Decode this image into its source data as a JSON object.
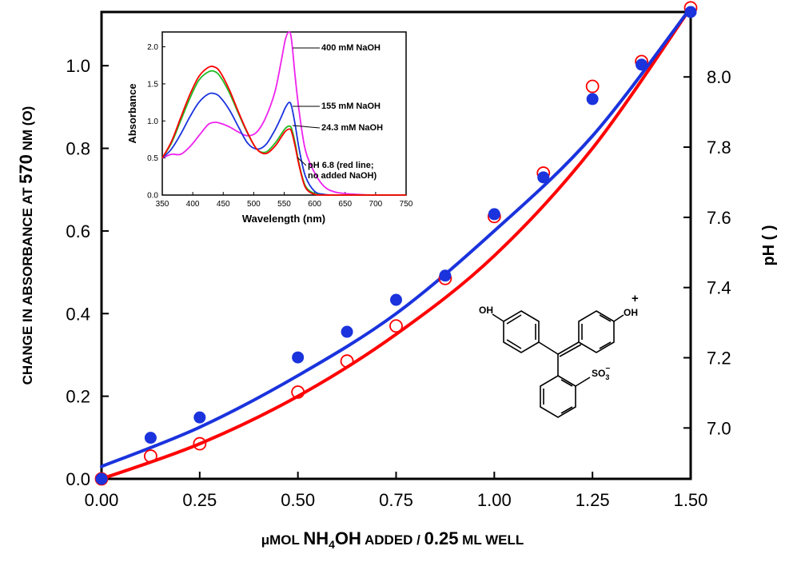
{
  "chart_data": [
    {
      "type": "scatter",
      "role": "main",
      "ylabel_left_parts": {
        "a": "CHANGE IN ABSORBANCE AT ",
        "b": "570",
        "c": " NM (O)"
      },
      "ylabel_right": "pH (  )",
      "xlabel_parts": {
        "a": "μMOL ",
        "b": "NH",
        "sub": "4",
        "c": "OH",
        "d": " ADDED / ",
        "e": "0.25",
        "f": " ML WELL"
      },
      "xlim": [
        0,
        1.5
      ],
      "ylim_left": [
        0,
        1.13
      ],
      "ylim_right": [
        6.855,
        8.185
      ],
      "x_ticks": [
        "0.00",
        "0.25",
        "0.50",
        "0.75",
        "1.00",
        "1.25",
        "1.50"
      ],
      "x_tick_values": [
        0,
        0.25,
        0.5,
        0.75,
        1.0,
        1.25,
        1.5
      ],
      "y_left_ticks": [
        "0.0",
        "0.2",
        "0.4",
        "0.6",
        "0.8",
        "1.0"
      ],
      "y_left_tick_values": [
        0,
        0.2,
        0.4,
        0.6,
        0.8,
        1.0
      ],
      "y_right_ticks": [
        "7.0",
        "7.2",
        "7.4",
        "7.6",
        "7.8",
        "8.0"
      ],
      "y_right_tick_values": [
        7.0,
        7.2,
        7.4,
        7.6,
        7.8,
        8.0
      ],
      "series": [
        {
          "name": "absorbance",
          "marker": "open-circle",
          "color": "#ff0000",
          "axis": "left",
          "x": [
            0,
            0.125,
            0.25,
            0.5,
            0.625,
            0.75,
            0.875,
            1.0,
            1.125,
            1.25,
            1.375,
            1.5
          ],
          "y": [
            0.0,
            0.055,
            0.085,
            0.21,
            0.285,
            0.37,
            0.485,
            0.635,
            0.74,
            0.95,
            1.01,
            1.14
          ]
        },
        {
          "name": "pH",
          "marker": "filled-circle",
          "color": "#1a33dd",
          "axis": "right",
          "x": [
            0,
            0.125,
            0.25,
            0.5,
            0.625,
            0.75,
            0.875,
            1.0,
            1.125,
            1.25,
            1.375,
            1.5
          ],
          "y": [
            6.855,
            6.972,
            7.03,
            7.201,
            7.274,
            7.365,
            7.434,
            7.609,
            7.714,
            7.937,
            8.035,
            8.185
          ]
        }
      ],
      "fit_curves": [
        {
          "color": "#ff0000",
          "axis": "left",
          "x": [
            0,
            0.25,
            0.5,
            0.75,
            1.0,
            1.25,
            1.5
          ],
          "y": [
            0.0,
            0.085,
            0.2,
            0.35,
            0.54,
            0.8,
            1.14
          ]
        },
        {
          "color": "#1a33dd",
          "axis": "left",
          "x": [
            0,
            0.25,
            0.5,
            0.75,
            1.0,
            1.25,
            1.5
          ],
          "y": [
            0.03,
            0.125,
            0.25,
            0.4,
            0.6,
            0.83,
            1.14
          ]
        }
      ]
    },
    {
      "type": "line",
      "role": "inset",
      "xlabel": "Wavelength (nm)",
      "ylabel": "Absorbance",
      "xlim": [
        350,
        750
      ],
      "ylim": [
        0,
        2.2
      ],
      "x_ticks": [
        "350",
        "400",
        "450",
        "500",
        "550",
        "600",
        "650",
        "700",
        "750"
      ],
      "x_tick_values": [
        350,
        400,
        450,
        500,
        550,
        600,
        650,
        700,
        750
      ],
      "y_ticks": [
        "0.0",
        "0.5",
        "1.0",
        "1.5",
        "2.0"
      ],
      "y_tick_values": [
        0,
        0.5,
        1.0,
        1.5,
        2.0
      ],
      "series": [
        {
          "name": "400 mM NaOH",
          "color": "#ee22ee",
          "x": [
            350,
            365,
            380,
            395,
            410,
            425,
            435,
            445,
            460,
            475,
            490,
            505,
            520,
            535,
            545,
            552,
            558,
            562,
            568,
            575,
            585,
            600,
            615,
            630,
            650,
            700,
            750
          ],
          "y": [
            0.5,
            0.55,
            0.55,
            0.65,
            0.8,
            0.95,
            0.98,
            0.97,
            0.92,
            0.85,
            0.8,
            0.85,
            1.05,
            1.4,
            1.8,
            2.1,
            2.2,
            2.1,
            1.6,
            1.1,
            0.6,
            0.3,
            0.12,
            0.05,
            0.02,
            0.0,
            0.0
          ]
        },
        {
          "name": "155 mM NaOH",
          "color": "#1a33dd",
          "x": [
            350,
            365,
            380,
            395,
            410,
            425,
            435,
            445,
            460,
            475,
            490,
            505,
            520,
            535,
            545,
            552,
            558,
            562,
            568,
            575,
            585,
            600,
            615,
            630,
            650,
            700,
            750
          ],
          "y": [
            0.5,
            0.62,
            0.82,
            1.05,
            1.25,
            1.36,
            1.37,
            1.32,
            1.15,
            0.92,
            0.7,
            0.62,
            0.68,
            0.88,
            1.05,
            1.18,
            1.25,
            1.2,
            0.95,
            0.6,
            0.25,
            0.05,
            0.01,
            0.0,
            0.0,
            0.0,
            0.0
          ]
        },
        {
          "name": "24.3 mM NaOH",
          "color": "#22bb22",
          "x": [
            350,
            365,
            380,
            395,
            410,
            425,
            435,
            445,
            460,
            475,
            490,
            505,
            520,
            535,
            545,
            552,
            558,
            562,
            568,
            575,
            585,
            600,
            615,
            630,
            650,
            700,
            750
          ],
          "y": [
            0.5,
            0.7,
            1.0,
            1.3,
            1.55,
            1.66,
            1.67,
            1.6,
            1.38,
            1.1,
            0.83,
            0.62,
            0.58,
            0.7,
            0.82,
            0.9,
            0.93,
            0.9,
            0.7,
            0.4,
            0.12,
            0.02,
            0.0,
            0.0,
            0.0,
            0.0,
            0.0
          ]
        },
        {
          "name": "pH 6.8 (red line; no added NaOH)",
          "color": "#ff0000",
          "x": [
            350,
            365,
            380,
            395,
            410,
            425,
            435,
            445,
            460,
            475,
            490,
            505,
            520,
            535,
            545,
            552,
            558,
            562,
            568,
            575,
            585,
            600,
            615,
            630,
            650,
            700,
            750
          ],
          "y": [
            0.5,
            0.72,
            1.04,
            1.35,
            1.6,
            1.72,
            1.73,
            1.66,
            1.42,
            1.12,
            0.84,
            0.62,
            0.56,
            0.66,
            0.78,
            0.86,
            0.89,
            0.86,
            0.66,
            0.38,
            0.1,
            0.01,
            0.0,
            0.0,
            0.0,
            0.0,
            0.0
          ]
        }
      ],
      "annotations": [
        {
          "text": "400 mM NaOH",
          "series": 0
        },
        {
          "text": "155 mM NaOH",
          "series": 1
        },
        {
          "text": "24.3 mM NaOH",
          "series": 2
        },
        {
          "text_lines": [
            "pH 6.8 (red line;",
            "no added NaOH)"
          ],
          "series": 3
        }
      ]
    }
  ],
  "structure_labels": {
    "oh_left": "OH",
    "oh_right": "OH",
    "plus": "+",
    "sulfonate": "SO",
    "sulfonate_sub": "3",
    "sulfonate_sup": "−"
  }
}
